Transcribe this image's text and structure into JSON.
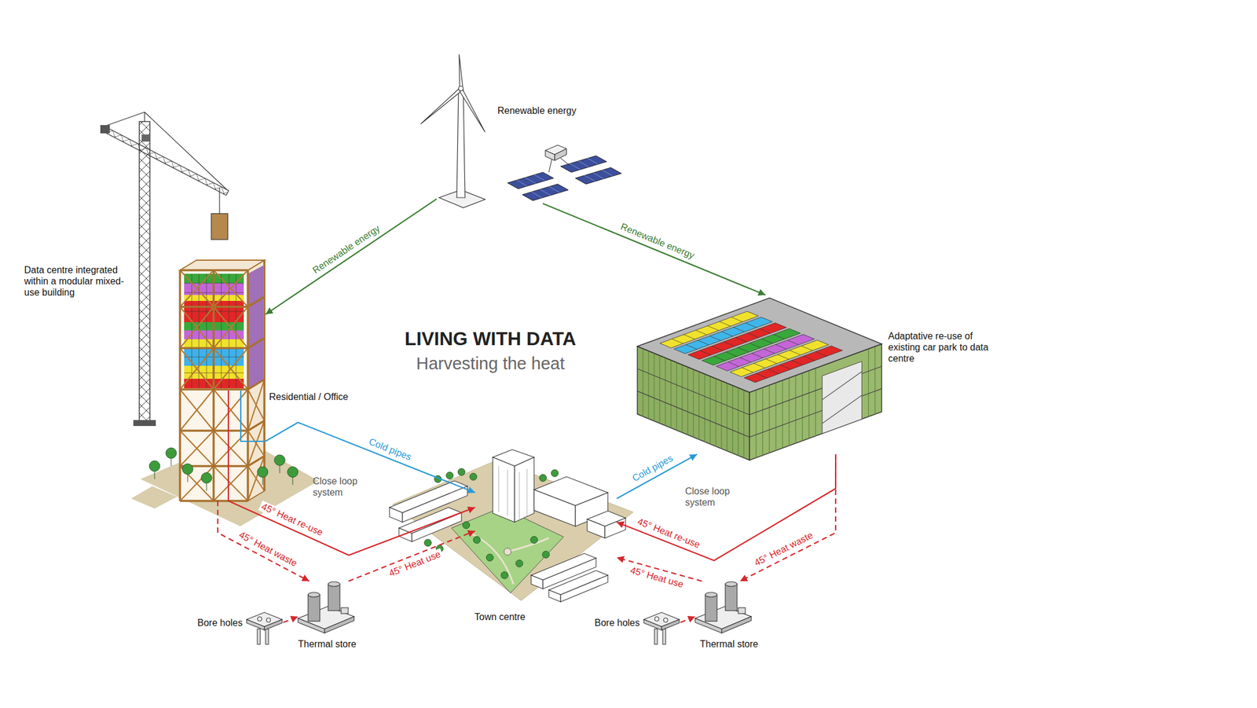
{
  "diagram": {
    "title": "LIVING WITH DATA",
    "caption": "Harvesting the heat",
    "nodes": [
      {
        "text": [
          "Renewable energy"
        ]
      },
      {
        "text": [
          "Data centre integrated within a modular mixed-use building",
          "Residential / Office"
        ]
      },
      {
        "text": [
          "Adaptative re-use of existing car park to data centre"
        ]
      },
      {
        "text": [
          "Town centre"
        ]
      },
      {
        "text": [
          "Bore holes"
        ]
      },
      {
        "text": [
          "Thermal store"
        ]
      },
      {
        "text": [
          "Bore holes"
        ]
      },
      {
        "text": [
          "Thermal store"
        ]
      }
    ],
    "edges": [
      {
        "from": 0,
        "to": 1,
        "label": "Renewable energy",
        "arrow": "to"
      },
      {
        "from": 0,
        "to": 2,
        "label": "Renewable energy",
        "arrow": "to"
      },
      {
        "from": 1,
        "to": 3,
        "label": "Cold pipes",
        "arrow": "to"
      },
      {
        "from": 1,
        "to": 3,
        "label": "45° Heat re-use",
        "arrow": "to"
      },
      {
        "from": 1,
        "to": 5,
        "label": "45° Heat waste",
        "arrow": "to"
      },
      {
        "from": 5,
        "to": 3,
        "label": "45° Heat use",
        "arrow": "to"
      },
      {
        "from": 4,
        "to": 5,
        "arrow": "to"
      },
      {
        "from": 3,
        "to": 2,
        "label": "Cold pipes",
        "arrow": "to"
      },
      {
        "from": 2,
        "to": 3,
        "label": "45° Heat re-use",
        "arrow": "to"
      },
      {
        "from": 2,
        "to": 7,
        "label": "45° Heat waste",
        "arrow": "to"
      },
      {
        "from": 7,
        "to": 3,
        "label": "45° Heat use",
        "arrow": "to"
      },
      {
        "from": 6,
        "to": 7,
        "arrow": "to"
      }
    ],
    "labels": [
      "Close loop system",
      "Close loop system"
    ]
  }
}
